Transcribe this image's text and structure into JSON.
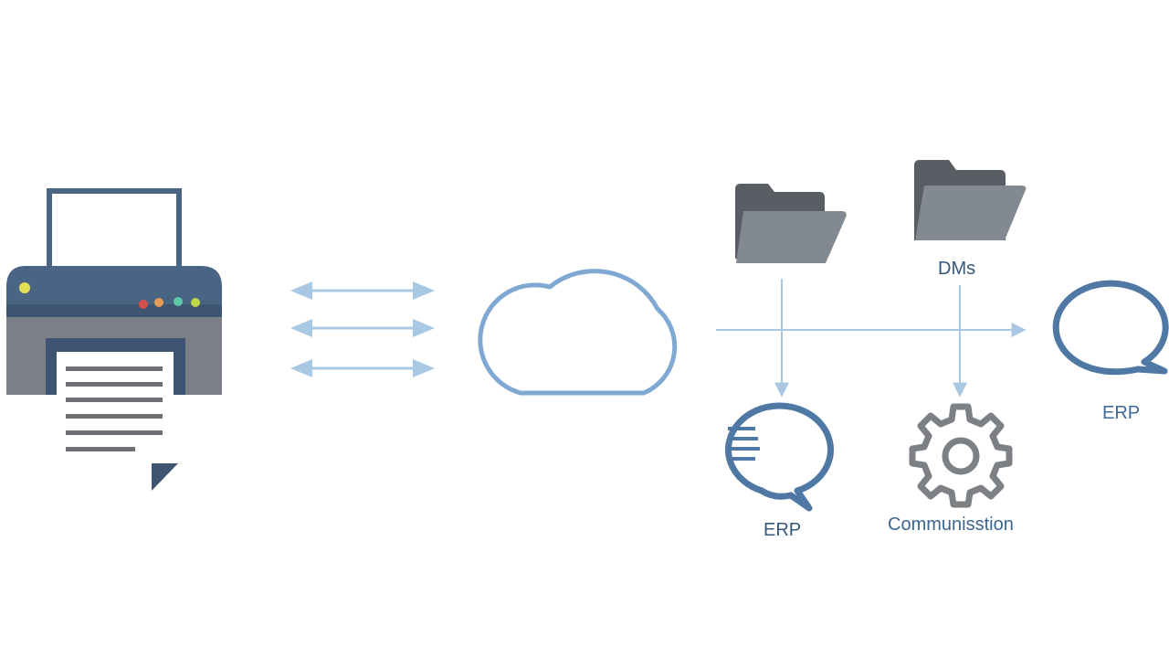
{
  "labels": {
    "dms": "DMs",
    "erp_left": "ERP",
    "communisstion": "Communisstion",
    "erp_right": "ERP"
  },
  "icons": {
    "scanner": "scanner-printer-icon",
    "cloud": "cloud-icon",
    "folder_left": "folder-icon",
    "folder_right": "folder-icon",
    "chat_left": "chat-bubble-icon",
    "gear": "gear-icon",
    "chat_right": "chat-bubble-icon"
  },
  "colors": {
    "printer_body": "#4a6484",
    "printer_gray": "#7b8087",
    "cloud_stroke": "#7fa9d3",
    "arrow": "#a8c8e4",
    "folder_dark": "#595e64",
    "folder_light": "#838990",
    "chat_stroke": "#4f79a4",
    "gear": "#7d8186",
    "connector": "#a9c6e2",
    "label_text": "#3e6a95"
  }
}
